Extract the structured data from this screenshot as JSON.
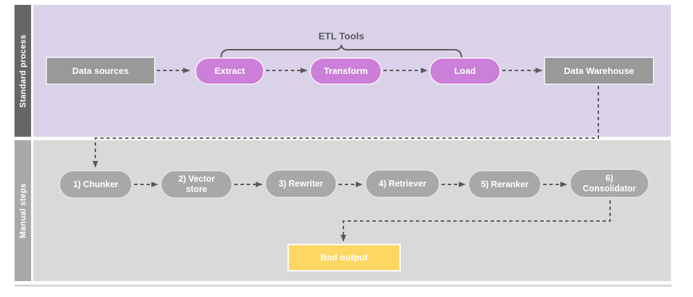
{
  "lanes": [
    {
      "label": "Standard process"
    },
    {
      "label": "Manual steps"
    }
  ],
  "brace_label": "ETL Tools",
  "standard_nodes": [
    {
      "label": "Data sources"
    },
    {
      "label": "Extract"
    },
    {
      "label": "Transform"
    },
    {
      "label": "Load"
    },
    {
      "label": "Data Warehouse"
    }
  ],
  "manual_nodes": [
    {
      "label": "1) Chunker"
    },
    {
      "label": "2) Vector store"
    },
    {
      "label": "3) Rewriter"
    },
    {
      "label": "4) Retriever"
    },
    {
      "label": "5) Reranker"
    },
    {
      "label": "6) Consolidator"
    }
  ],
  "output_node": {
    "label": "Bad output"
  },
  "colors": {
    "standard_lane_fill": "#d9d2e9",
    "standard_lane_bar": "#666666",
    "manual_lane_fill": "#d9d9d9",
    "manual_lane_bar": "#a9a9a9",
    "etl_pill_fill": "#cb7fd8",
    "gray_box_fill": "#999999",
    "gray_pill_fill": "#a8a8a8",
    "bad_output_fill": "#fdd663",
    "connector_color": "#595959"
  }
}
